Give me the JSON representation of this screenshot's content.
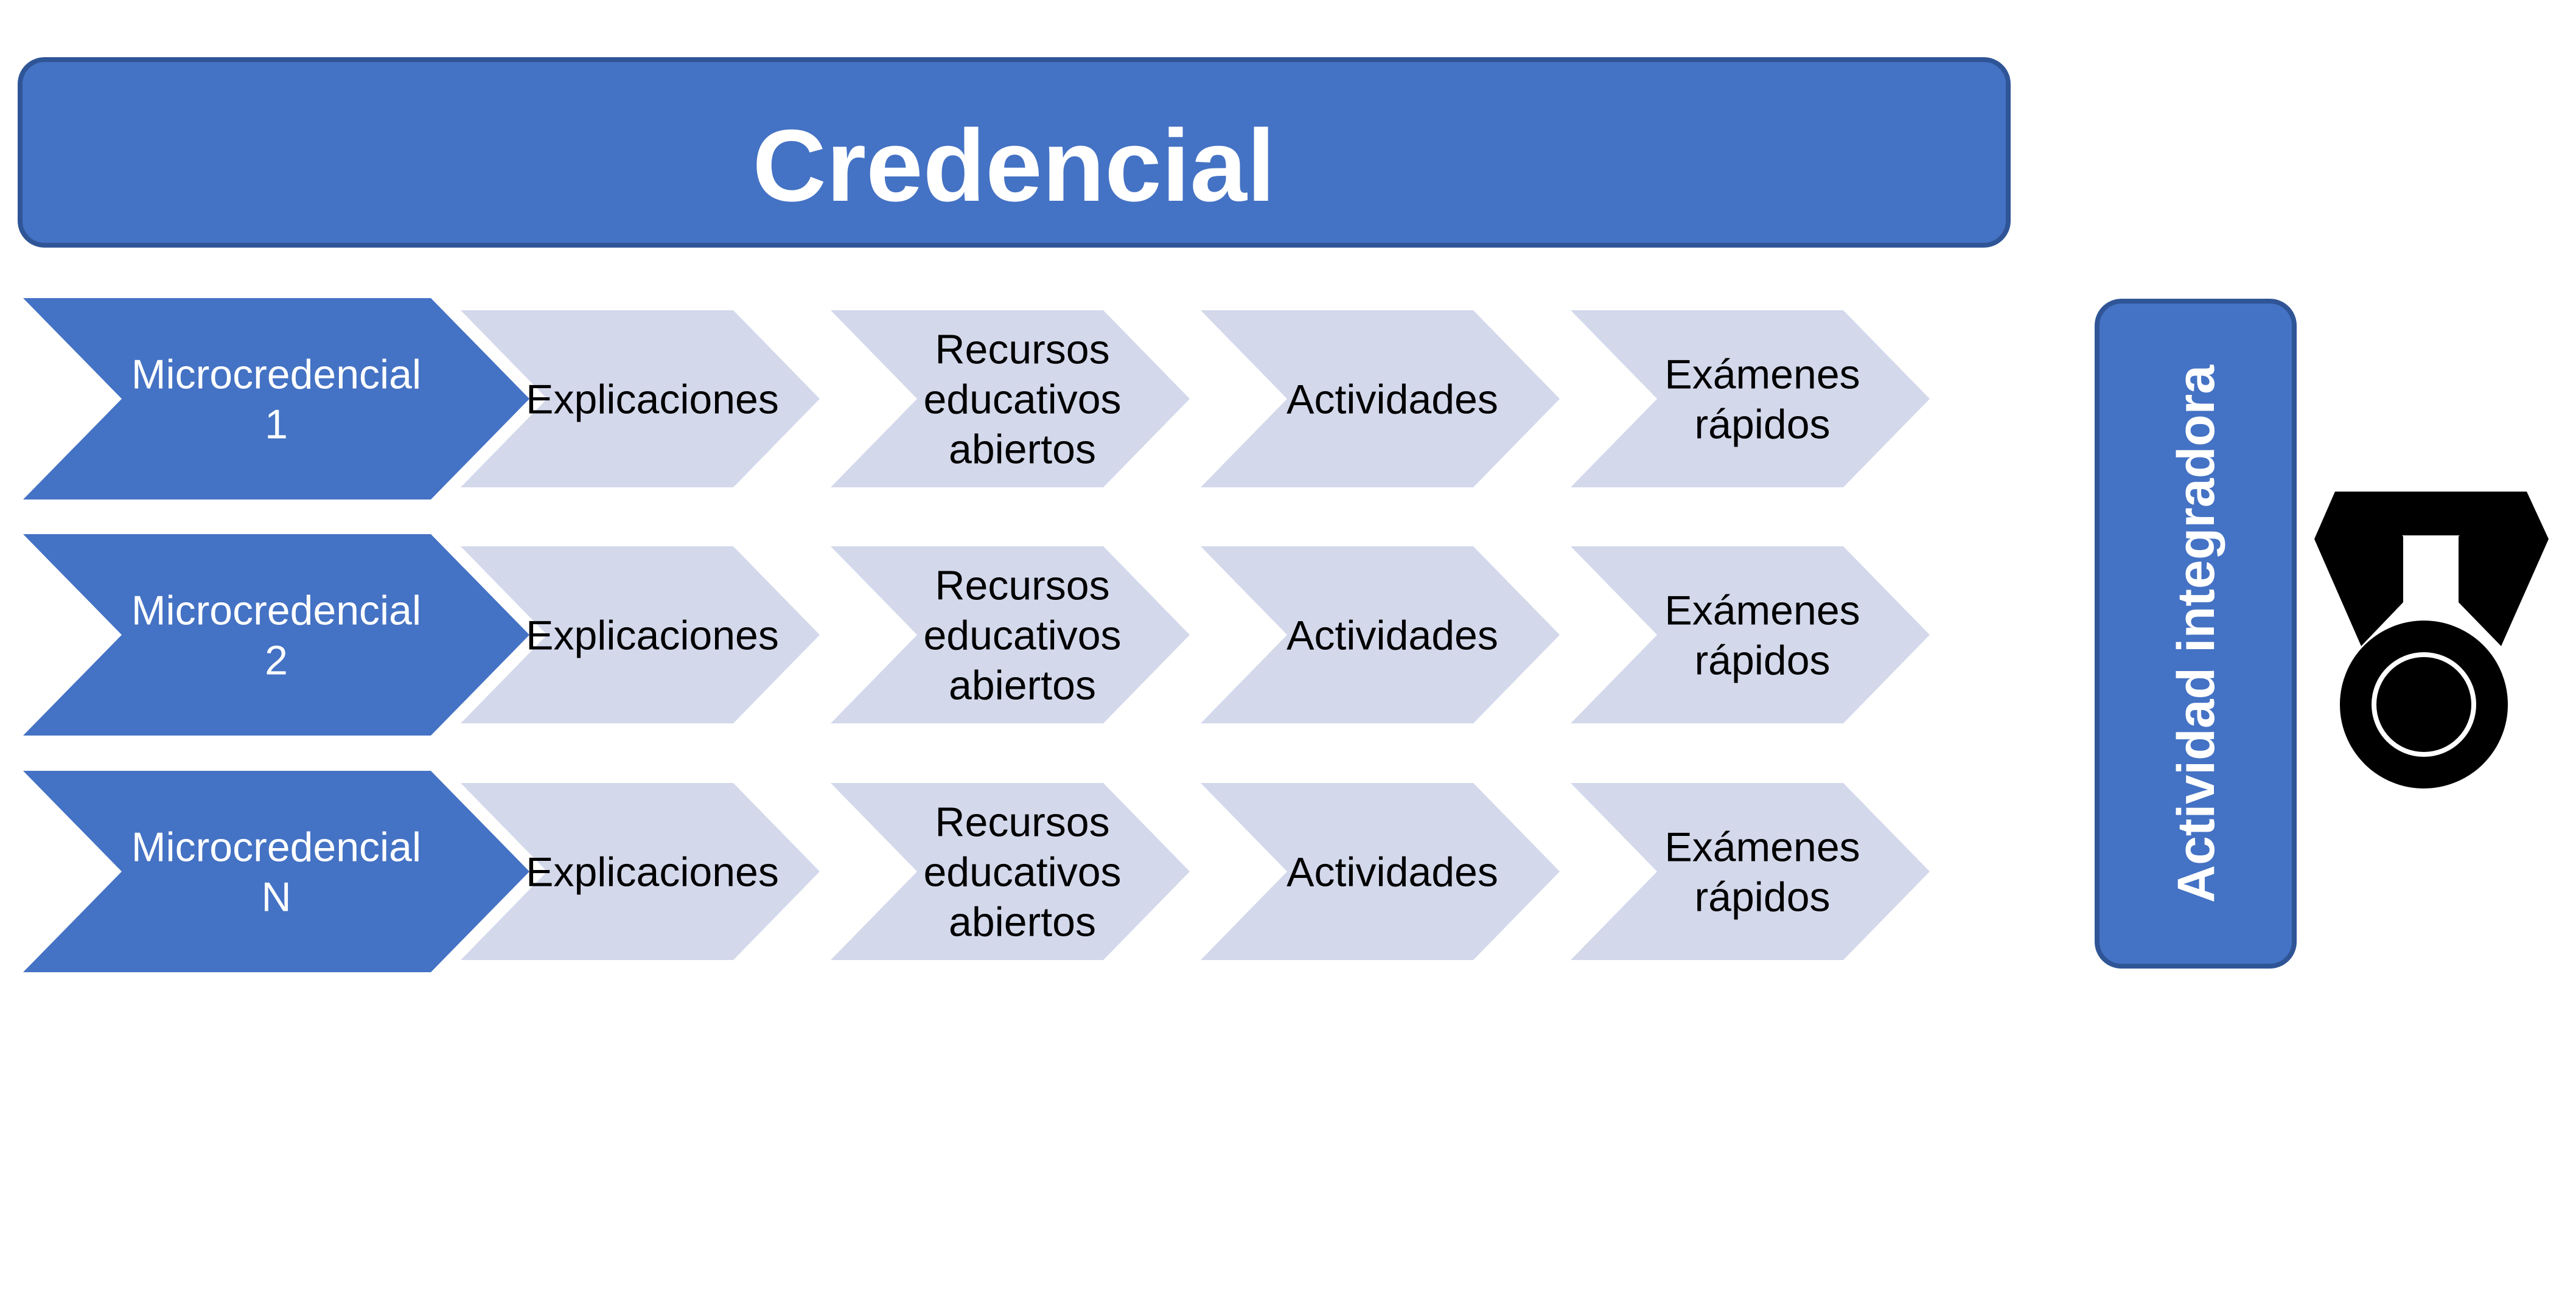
{
  "banner": {
    "title": "Credencial"
  },
  "rows": [
    {
      "lead": [
        "Microcredencial",
        "1"
      ],
      "steps": [
        [
          "Explicaciones"
        ],
        [
          "Recursos",
          "educativos",
          "abiertos"
        ],
        [
          "Actividades"
        ],
        [
          "Exámenes",
          "rápidos"
        ]
      ]
    },
    {
      "lead": [
        "Microcredencial",
        "2"
      ],
      "steps": [
        [
          "Explicaciones"
        ],
        [
          "Recursos",
          "educativos",
          "abiertos"
        ],
        [
          "Actividades"
        ],
        [
          "Exámenes",
          "rápidos"
        ]
      ]
    },
    {
      "lead": [
        "Microcredencial",
        "N"
      ],
      "steps": [
        [
          "Explicaciones"
        ],
        [
          "Recursos",
          "educativos",
          "abiertos"
        ],
        [
          "Actividades"
        ],
        [
          "Exámenes",
          "rápidos"
        ]
      ]
    }
  ],
  "side_box": {
    "label": "Actividad integradora"
  },
  "icons": {
    "badge": "medal-icon"
  },
  "colors": {
    "primary": "#4472C4",
    "primary_border": "#2F5597",
    "step_fill": "#D3D8EB",
    "step_text": "#000000",
    "icon": "#000000"
  }
}
